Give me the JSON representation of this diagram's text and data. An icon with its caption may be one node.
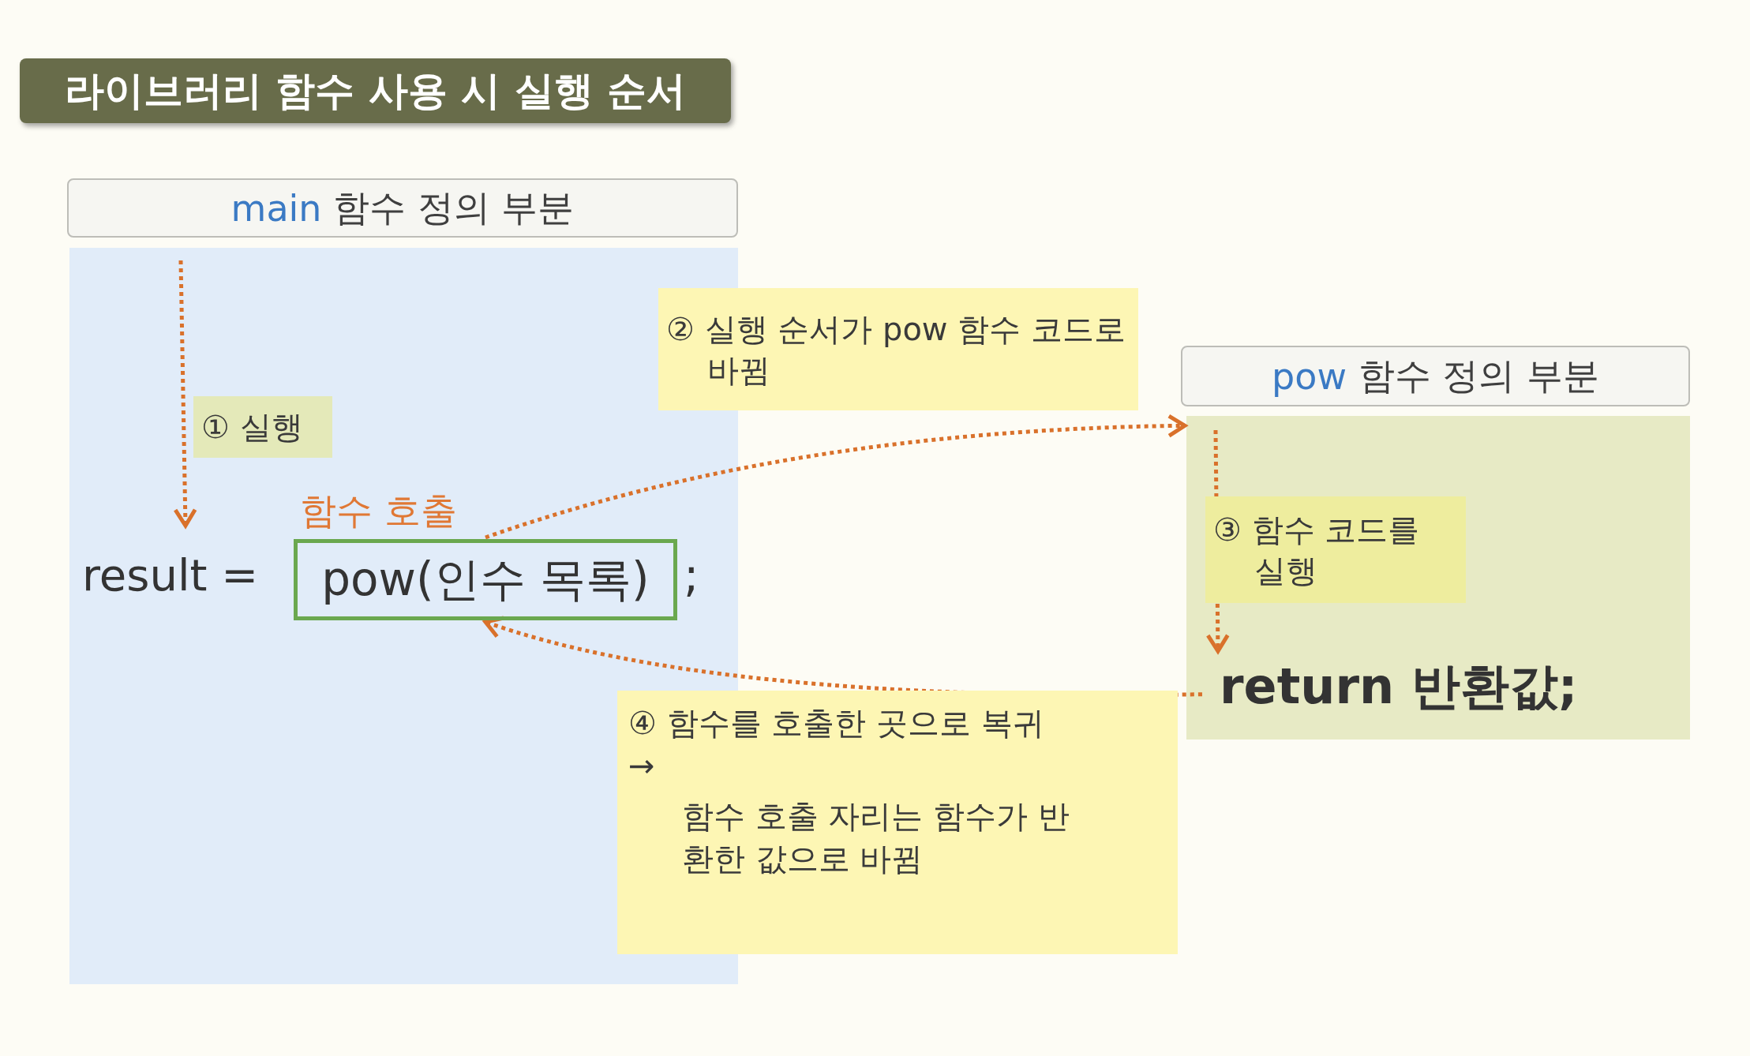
{
  "diagram": {
    "title": "라이브러리 함수 사용 시 실행 순서",
    "nodes": [
      {
        "text": [
          "main 함수 정의 부분"
        ]
      },
      {
        "text": [],
        "shape": "box"
      },
      {
        "text": [
          "① 실행"
        ],
        "in": 1
      },
      {
        "text": [
          "result ="
        ],
        "in": 1
      },
      {
        "text": [
          "pow(인수 목록)"
        ],
        "in": 1,
        "beside": [
          "함수 호출"
        ]
      },
      {
        "text": [
          "② 실행 순서가 pow 함수 코드로 바뀜"
        ]
      },
      {
        "text": [
          "pow 함수 정의 부분"
        ]
      },
      {
        "text": [],
        "shape": "box"
      },
      {
        "text": [
          "③ 함수 코드를 실행"
        ],
        "in": 7
      },
      {
        "text": [
          "return 반환값;"
        ],
        "in": 7
      },
      {
        "text": [
          "④ 함수를 호출한 곳으로 복귀",
          "→",
          "함수 호출 자리는 함수가 반환한 값으로 바뀜"
        ]
      }
    ],
    "edges": [
      {
        "from": null,
        "to": 3,
        "arrow": "to"
      },
      {
        "from": 4,
        "to": 7,
        "arrow": "to"
      },
      {
        "from": null,
        "to": 9,
        "arrow": "to"
      },
      {
        "from": 9,
        "to": 4,
        "arrow": "to"
      }
    ],
    "labels": [
      ";"
    ]
  }
}
